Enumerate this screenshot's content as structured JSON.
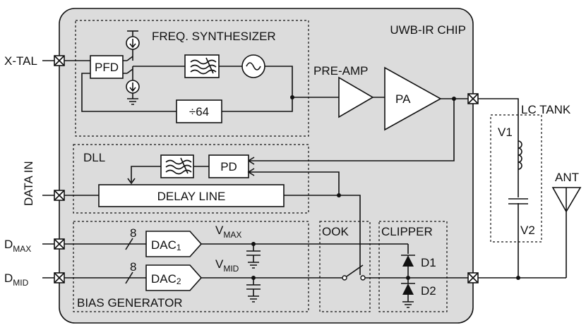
{
  "chip": {
    "title": "UWB-IR CHIP",
    "fill": "#dcdcdc"
  },
  "inputs": {
    "xtal": "X-TAL",
    "data_in": "DATA IN",
    "d_max": {
      "main": "D",
      "sub": "MAX"
    },
    "d_mid": {
      "main": "D",
      "sub": "MID"
    }
  },
  "freq_synth": {
    "title": "FREQ. SYNTHESIZER",
    "pfd": "PFD",
    "divider": "÷64"
  },
  "pre_amp": "PRE-AMP",
  "pa": "PA",
  "dll": {
    "title": "DLL",
    "pd": "PD",
    "delay_line": "DELAY LINE"
  },
  "bias": {
    "title": "BIAS GENERATOR",
    "dac1": {
      "main": "DAC",
      "sub": "1"
    },
    "dac2": {
      "main": "DAC",
      "sub": "2"
    },
    "bits_1": "8",
    "bits_2": "8",
    "vmax": {
      "main": "V",
      "sub": "MAX"
    },
    "vmid": {
      "main": "V",
      "sub": "MID"
    }
  },
  "ook": "OOK",
  "clipper": {
    "title": "CLIPPER",
    "d1": "D1",
    "d2": "D2"
  },
  "lc_tank": {
    "title": "LC TANK",
    "v1": "V1",
    "v2": "V2"
  },
  "antenna": "ANT"
}
